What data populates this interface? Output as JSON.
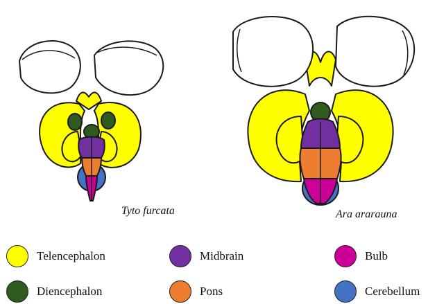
{
  "species": {
    "left_name": "Tyto furcata",
    "right_name": "Ara ararauna"
  },
  "legend": [
    {
      "label": "Telencephalon",
      "color": "#ffff00"
    },
    {
      "label": "Midbrain",
      "color": "#7030a0"
    },
    {
      "label": "Bulb",
      "color": "#cc0099"
    },
    {
      "label": "Diencephalon",
      "color": "#2f5b1f"
    },
    {
      "label": "Pons",
      "color": "#ed7d31"
    },
    {
      "label": "Cerebellum",
      "color": "#4472c4"
    }
  ]
}
